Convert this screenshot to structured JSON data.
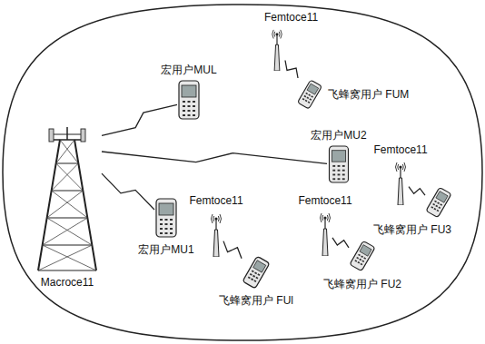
{
  "diagram": {
    "nodes": [
      {
        "text": [
          "Femtoce11"
        ]
      },
      {
        "text": [
          "宏用户MUL"
        ]
      },
      {
        "text": [
          "飞蜂窝用户 FUM"
        ]
      },
      {
        "text": [
          "Macroce11"
        ]
      },
      {
        "text": [
          "宏用户MU2"
        ]
      },
      {
        "text": [
          "Femtoce11"
        ]
      },
      {
        "text": [
          "飞蜂窝用户 FU3"
        ]
      },
      {
        "text": [
          "宏用户MU1"
        ]
      },
      {
        "text": [
          "Femtoce11"
        ]
      },
      {
        "text": [
          "飞蜂窝用户 FUl"
        ]
      },
      {
        "text": [
          "Femtoce11"
        ]
      },
      {
        "text": [
          "飞蜂窝用户 FU2"
        ]
      }
    ],
    "edges": [
      {
        "from": 3,
        "to": 1,
        "arrow": "none"
      },
      {
        "from": 3,
        "to": 4,
        "arrow": "none"
      },
      {
        "from": 3,
        "to": 7,
        "arrow": "none"
      },
      {
        "from": 0,
        "to": 2,
        "arrow": "none"
      },
      {
        "from": 5,
        "to": 6,
        "arrow": "none"
      },
      {
        "from": 8,
        "to": 9,
        "arrow": "none"
      },
      {
        "from": 10,
        "to": 11,
        "arrow": "none"
      }
    ]
  }
}
